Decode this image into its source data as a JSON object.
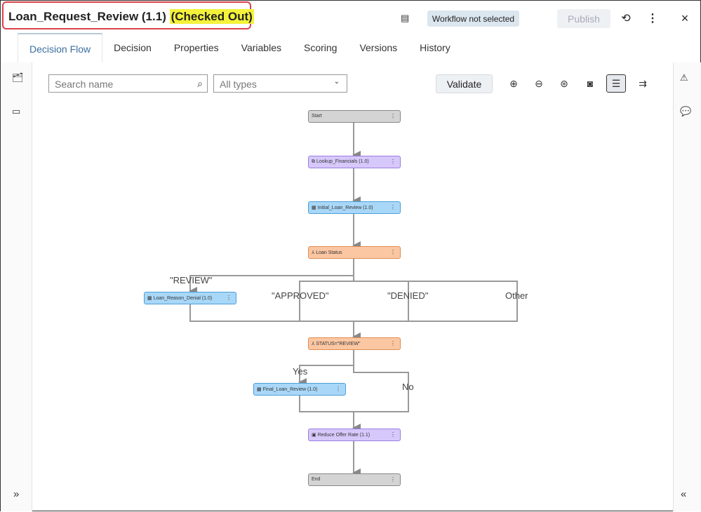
{
  "header": {
    "title": "Loan_Request_Review (1.1)",
    "status": "(Checked Out)",
    "workflow": "Workflow not selected",
    "publish": "Publish",
    "close": "×",
    "more": "⋮",
    "refresh": "⟲"
  },
  "tabs": [
    "Decision Flow",
    "Decision",
    "Properties",
    "Variables",
    "Scoring",
    "Versions",
    "History"
  ],
  "toolbar": {
    "search_placeholder": "Search name",
    "type_select": "All types",
    "validate": "Validate"
  },
  "flow": {
    "nodes": {
      "start": "Start",
      "lookup": "Lookup_Financials (1.0)",
      "initial": "Initial_Loan_Review (1.0)",
      "loan_status": "Loan Status",
      "denial": "Loan_Reason_Denial (1.0)",
      "status_review": "STATUS=\"REVIEW\"",
      "final": "Final_Loan_Review (1.0)",
      "reduce": "Reduce Offer Rate (1.1)",
      "end": "End"
    },
    "edges": {
      "review": "\"REVIEW\"",
      "approved": "\"APPROVED\"",
      "denied": "\"DENIED\"",
      "other": "Other",
      "yes": "Yes",
      "no": "No"
    }
  },
  "sidebar": {
    "expand": "»",
    "collapse": "«"
  }
}
